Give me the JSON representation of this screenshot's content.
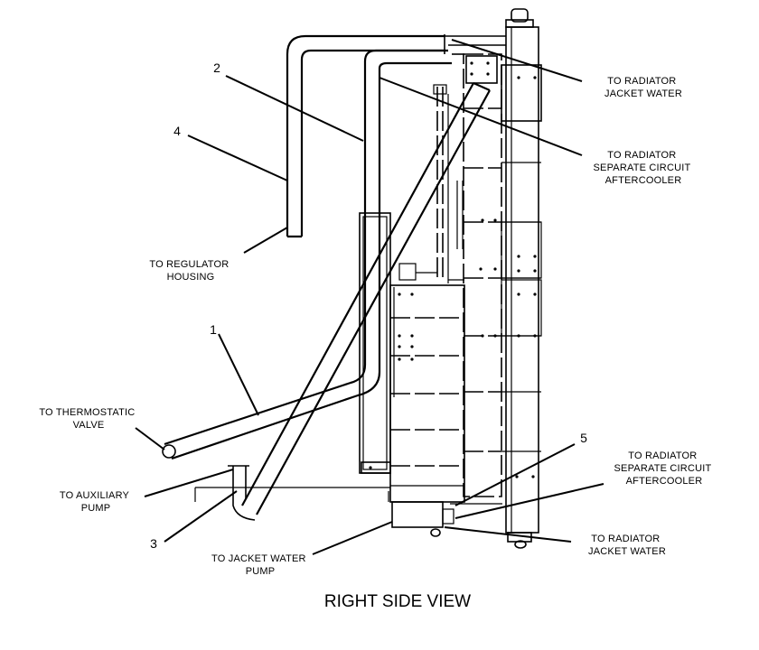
{
  "title": "RIGHT SIDE VIEW",
  "callouts": {
    "n1": "1",
    "n2": "2",
    "n3": "3",
    "n4": "4",
    "n5": "5"
  },
  "labels": {
    "radiator_jacket_water_top": [
      "TO RADIATOR",
      "JACKET WATER"
    ],
    "radiator_aftercooler_top": [
      "TO RADIATOR",
      "SEPARATE CIRCUIT",
      "AFTERCOOLER"
    ],
    "regulator_housing": [
      "TO REGULATOR",
      "HOUSING"
    ],
    "thermostatic_valve": [
      "TO THERMOSTATIC",
      "VALVE"
    ],
    "auxiliary_pump": [
      "TO AUXILIARY",
      "PUMP"
    ],
    "jacket_water_pump": [
      "TO JACKET WATER",
      "PUMP"
    ],
    "radiator_aftercooler_bottom": [
      "TO RADIATOR",
      "SEPARATE CIRCUIT",
      "AFTERCOOLER"
    ],
    "radiator_jacket_water_bottom": [
      "TO RADIATOR",
      "JACKET WATER"
    ]
  }
}
